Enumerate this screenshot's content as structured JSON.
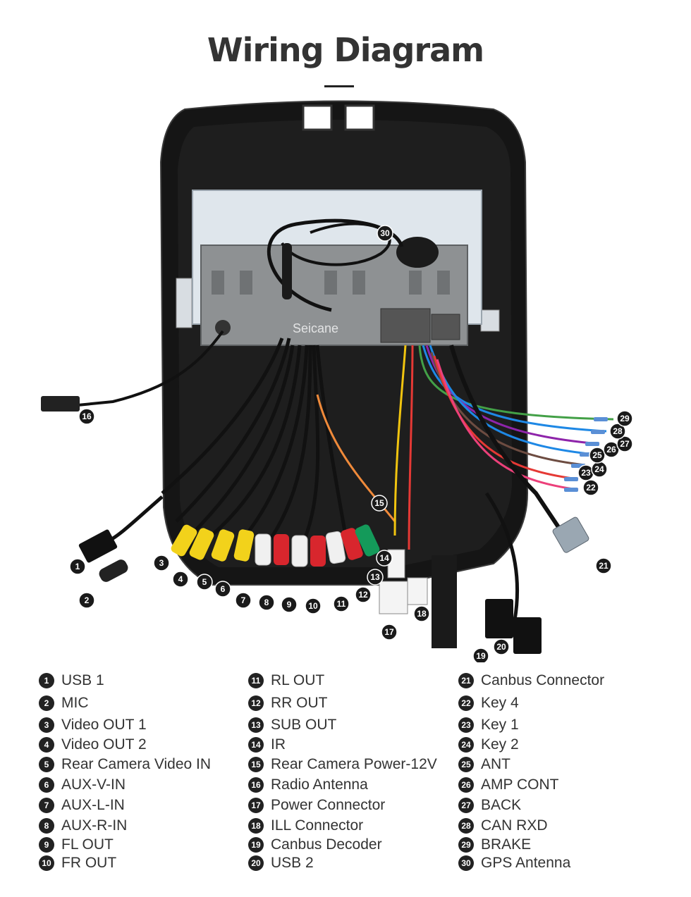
{
  "title": "Wiring Diagram",
  "watermark": "Seicane",
  "callouts": [
    "1",
    "2",
    "3",
    "4",
    "5",
    "6",
    "7",
    "8",
    "9",
    "10",
    "11",
    "12",
    "13",
    "14",
    "15",
    "16",
    "17",
    "18",
    "19",
    "20",
    "21",
    "22",
    "23",
    "24",
    "25",
    "26",
    "27",
    "28",
    "29",
    "30"
  ],
  "legend": [
    {
      "num": "1",
      "label": "USB 1"
    },
    {
      "num": "2",
      "label": "MIC"
    },
    {
      "num": "3",
      "label": "Video OUT 1"
    },
    {
      "num": "4",
      "label": "Video OUT 2"
    },
    {
      "num": "5",
      "label": "Rear Camera Video IN"
    },
    {
      "num": "6",
      "label": "AUX-V-IN"
    },
    {
      "num": "7",
      "label": "AUX-L-IN"
    },
    {
      "num": "8",
      "label": "AUX-R-IN"
    },
    {
      "num": "9",
      "label": "FL OUT"
    },
    {
      "num": "10",
      "label": "FR OUT"
    },
    {
      "num": "11",
      "label": "RL OUT"
    },
    {
      "num": "12",
      "label": "RR OUT"
    },
    {
      "num": "13",
      "label": "SUB OUT"
    },
    {
      "num": "14",
      "label": "IR"
    },
    {
      "num": "15",
      "label": "Rear Camera Power-12V"
    },
    {
      "num": "16",
      "label": "Radio Antenna"
    },
    {
      "num": "17",
      "label": "Power Connector"
    },
    {
      "num": "18",
      "label": "ILL Connector"
    },
    {
      "num": "19",
      "label": "Canbus Decoder"
    },
    {
      "num": "20",
      "label": "USB 2"
    },
    {
      "num": "21",
      "label": "Canbus Connector"
    },
    {
      "num": "22",
      "label": "Key 4"
    },
    {
      "num": "23",
      "label": "Key 1"
    },
    {
      "num": "24",
      "label": "Key 2"
    },
    {
      "num": "25",
      "label": "ANT"
    },
    {
      "num": "26",
      "label": "AMP CONT"
    },
    {
      "num": "27",
      "label": "BACK"
    },
    {
      "num": "28",
      "label": "CAN RXD"
    },
    {
      "num": "29",
      "label": "BRAKE"
    },
    {
      "num": "30",
      "label": "GPS Antenna"
    }
  ]
}
